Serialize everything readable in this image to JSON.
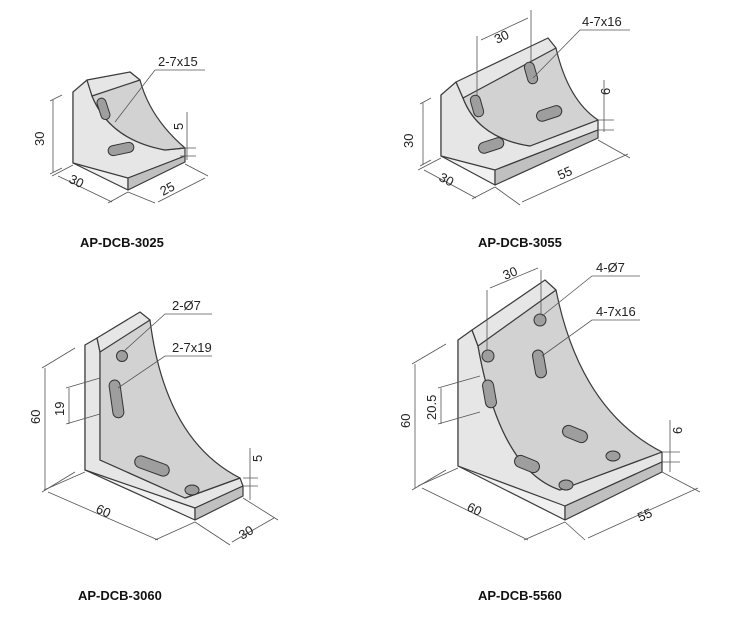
{
  "parts": [
    {
      "model": "AP-DCB-3025",
      "dims": {
        "hole": "2-7x15",
        "height": "30",
        "width": "30",
        "depth": "25",
        "thickness": "5"
      }
    },
    {
      "model": "AP-DCB-3055",
      "dims": {
        "spacing": "30",
        "hole": "4-7x16",
        "thickness": "6",
        "height": "30",
        "width": "30",
        "depth": "55"
      }
    },
    {
      "model": "AP-DCB-3060",
      "dims": {
        "hole_round": "2-Ø7",
        "hole_slot": "2-7x19",
        "height": "60",
        "offset": "19",
        "thickness": "5",
        "width": "60",
        "depth": "30"
      }
    },
    {
      "model": "AP-DCB-5560",
      "dims": {
        "spacing": "30",
        "hole_round": "4-Ø7",
        "hole_slot": "4-7x16",
        "offset": "20.5",
        "height": "60",
        "thickness": "6",
        "width": "60",
        "depth": "55"
      }
    }
  ]
}
